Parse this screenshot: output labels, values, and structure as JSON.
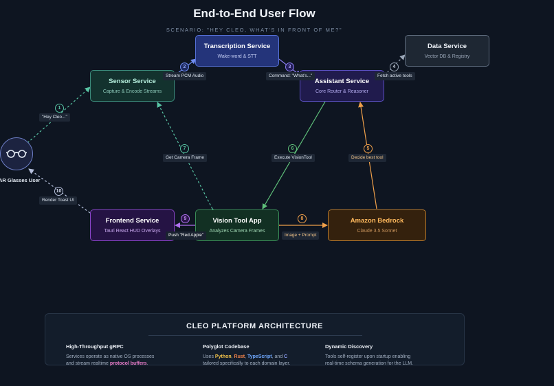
{
  "header": {
    "title": "End-to-End User Flow",
    "subtitle": "SCENARIO: \"HEY CLEO, WHAT'S IN FRONT OF ME?\""
  },
  "user": {
    "label": "AR Glasses User",
    "icon": "glasses-icon"
  },
  "nodes": {
    "transcription": {
      "title": "Transcription Service",
      "sub": "Wake-word & STT"
    },
    "sensor": {
      "title": "Sensor Service",
      "sub": "Capture & Encode Streams"
    },
    "data": {
      "title": "Data Service",
      "sub": "Vector DB & Registry"
    },
    "assistant": {
      "title": "Assistant Service",
      "sub": "Core Router & Reasoner"
    },
    "frontend": {
      "title": "Frontend Service",
      "sub": "Tauri React HUD Overlays"
    },
    "vision": {
      "title": "Vision Tool App",
      "sub": "Analyzes Camera Frames"
    },
    "bedrock": {
      "title": "Amazon Bedrock",
      "sub": "Claude 3.5 Sonnet"
    }
  },
  "steps": [
    {
      "num": "1",
      "label": "\"Hey Cleo...\"",
      "color": "#58c4a4"
    },
    {
      "num": "2",
      "label": "Stream PCM Audio",
      "color": "#6f8cf0"
    },
    {
      "num": "3",
      "label": "Command: \"What's...\"",
      "color": "#8b7cf0"
    },
    {
      "num": "4",
      "label": "Fetch active tools",
      "color": "#9aa6b7"
    },
    {
      "num": "5",
      "label": "Decide best tool",
      "color": "#f0a04a"
    },
    {
      "num": "6",
      "label": "Execute VisionTool",
      "color": "#5fc07a"
    },
    {
      "num": "7",
      "label": "Get Camera Frame",
      "color": "#58c4a4"
    },
    {
      "num": "8",
      "label": "Image + Prompt",
      "color": "#f0a04a"
    },
    {
      "num": "9",
      "label": "Push \"Red Apple\"",
      "color": "#b070f0"
    },
    {
      "num": "10",
      "label": "Render Toast UI",
      "color": "#9aa6c7"
    }
  ],
  "architecture": {
    "title": "CLEO PLATFORM ARCHITECTURE",
    "features": [
      {
        "title": "High-Throughput gRPC",
        "line1": "Services operate as native OS processes",
        "line2_pre": "and stream realtime ",
        "line2_hl": "protocol buffers",
        "line2_post": "."
      },
      {
        "title": "Polyglot Codebase",
        "pre": "Uses ",
        "python": "Python",
        "sep1": ", ",
        "rust": "Rust",
        "sep2": ", ",
        "typescript": "TypeScript",
        "sep3": ", and ",
        "c": "C",
        "line2": "tailored specifically to each domain layer."
      },
      {
        "title": "Dynamic Discovery",
        "line1": "Tools self-register upon startup enabling",
        "line2": "real-time schema generation for the LLM."
      }
    ]
  }
}
